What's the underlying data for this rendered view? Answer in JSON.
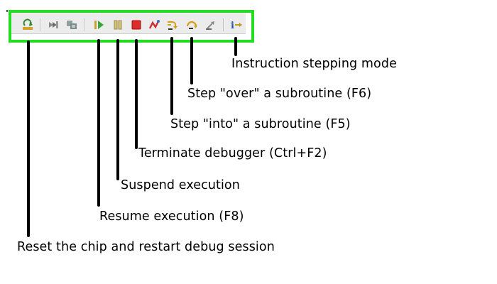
{
  "toolbar": {
    "buttons": [
      {
        "name": "reset-restart-button",
        "icon": "reset-restart-icon"
      },
      {
        "name": "connect-target-button",
        "icon": "connect-icon"
      },
      {
        "name": "disconnect-target-button",
        "icon": "disconnect-icon"
      },
      {
        "name": "resume-button",
        "icon": "resume-icon"
      },
      {
        "name": "suspend-button",
        "icon": "suspend-icon"
      },
      {
        "name": "terminate-button",
        "icon": "terminate-icon"
      },
      {
        "name": "disconnect-debug-button",
        "icon": "disconnect-debug-icon"
      },
      {
        "name": "step-into-button",
        "icon": "step-into-icon"
      },
      {
        "name": "step-over-button",
        "icon": "step-over-icon"
      },
      {
        "name": "step-return-button",
        "icon": "step-return-icon"
      },
      {
        "name": "instruction-stepping-button",
        "icon": "instruction-stepping-icon"
      }
    ],
    "frame_color": "#22dd22"
  },
  "callouts": {
    "instruction_stepping": "Instruction stepping mode",
    "step_over": "Step \"over\" a subroutine (F6)",
    "step_into": "Step \"into\" a subroutine (F5)",
    "terminate": "Terminate debugger (Ctrl+F2)",
    "suspend": "Suspend execution",
    "resume": "Resume execution (F8)",
    "reset": "Reset the chip and restart debug session"
  }
}
